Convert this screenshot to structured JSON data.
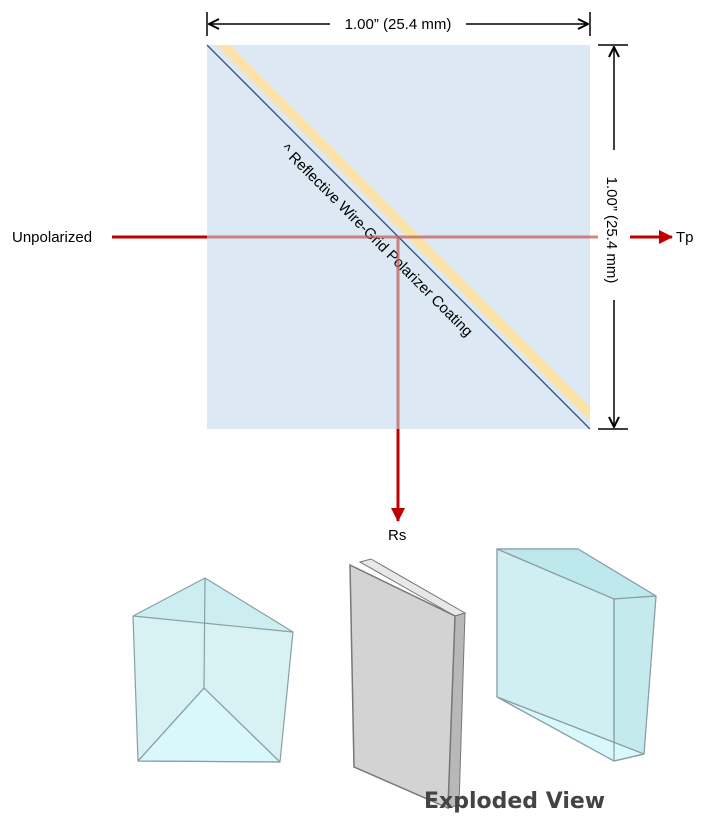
{
  "dimensions": {
    "width_label": "1.00” (25.4 mm)",
    "height_label": "1.00” (25.4 mm)"
  },
  "coating_label": "^ Reflective Wire-Grid Polarizer Coating",
  "beams": {
    "input_label": "Unpolarized",
    "transmitted_label": "Tp",
    "reflected_label": "Rs"
  },
  "exploded_view_label": "Exploded View",
  "colors": {
    "cube_fill": "#dce8f4",
    "coating_fill": "#fbe3a8",
    "beam": "#c00000",
    "prism_face": "#cdeef0",
    "plate_face": "#d3d3d3"
  }
}
